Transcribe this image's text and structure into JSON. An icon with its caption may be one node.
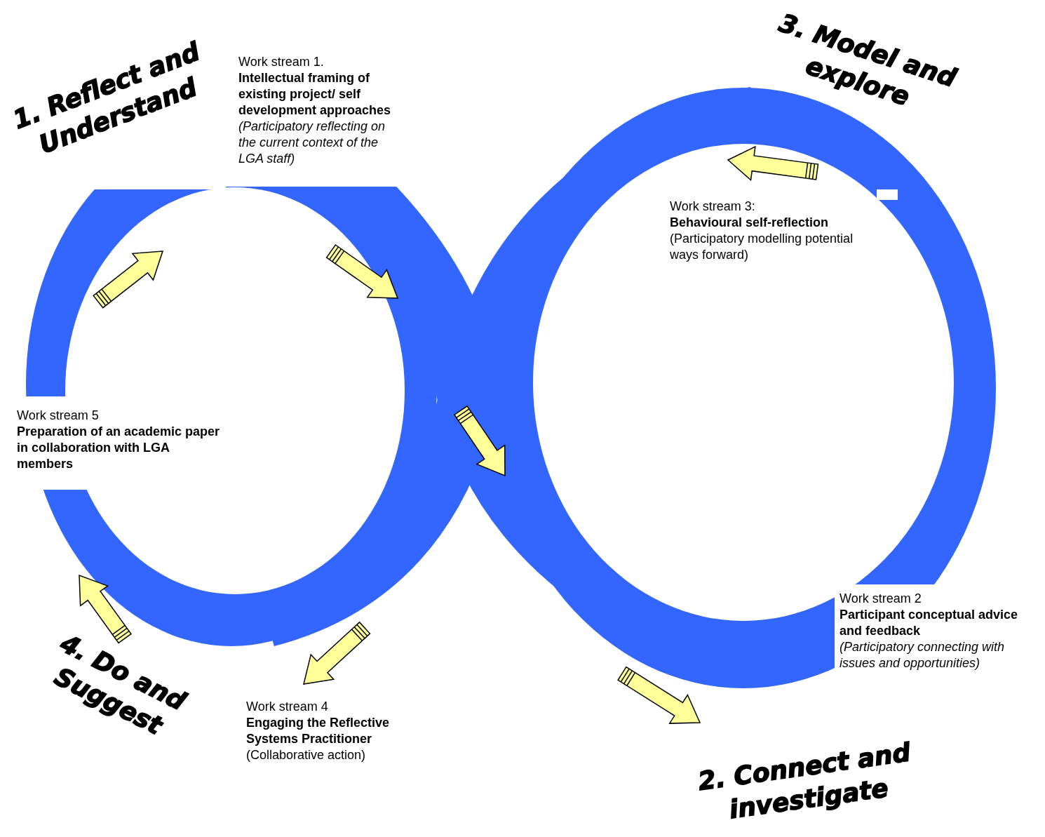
{
  "diagram": {
    "labels": [
      "1. Reflect and Understand",
      "Work stream 1.",
      "Intellectual framing of existing project/ self development approaches",
      "(Participatory reflecting on the current context of the LGA staff)",
      "3. Model and explore",
      "Work stream 3:",
      "Behavioural self-reflection",
      "(Participatory modelling potential ways forward)",
      "Work stream 5",
      "Preparation of an academic paper in collaboration with LGA members",
      "Work stream 2",
      "Participant conceptual advice and feedback",
      "(Participatory connecting with issues and opportunities)",
      "4. Do and Suggest",
      "Work stream 4",
      "Engaging the Reflective Systems Practitioner",
      "(Collaborative action)",
      "2. Connect and investigate"
    ]
  }
}
